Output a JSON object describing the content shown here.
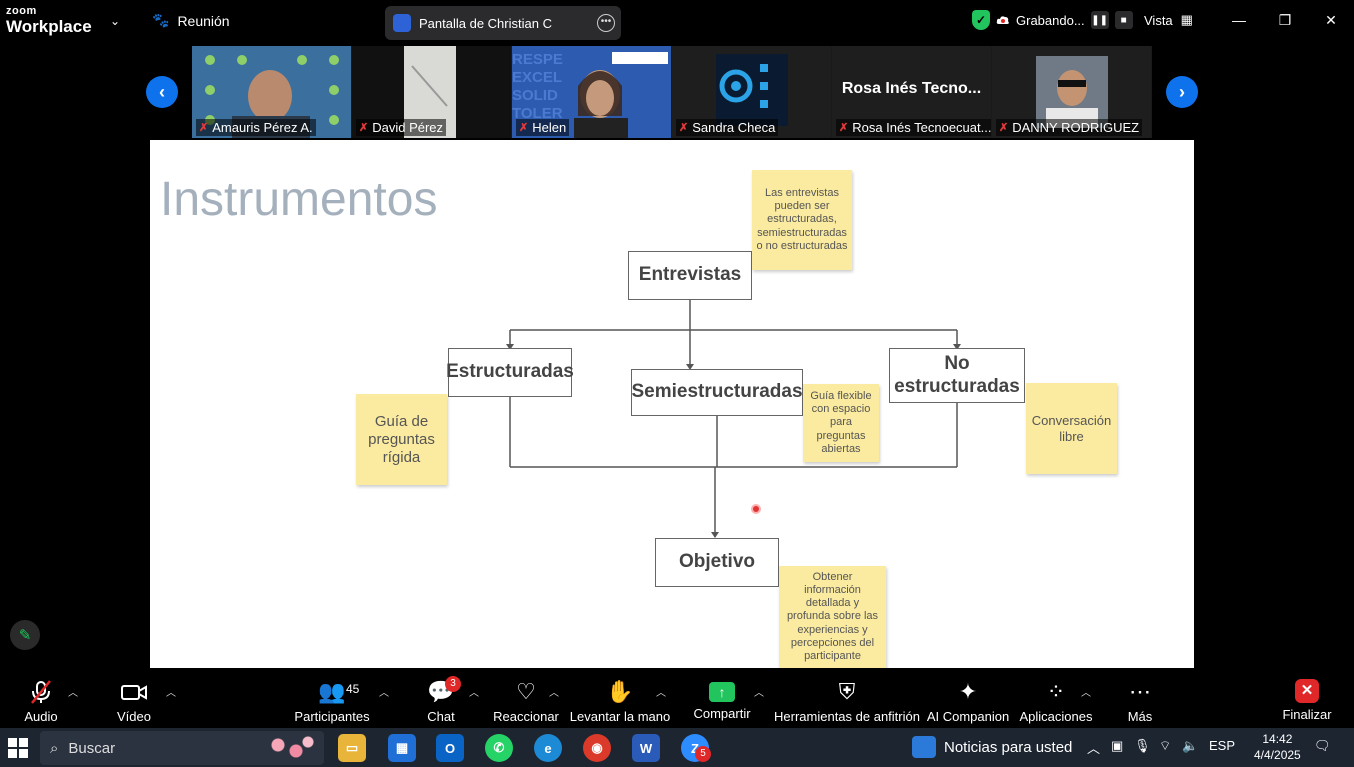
{
  "app": {
    "brand_top": "zoom",
    "brand_bottom": "Workplace",
    "meeting_label": "Reunión",
    "share_title": "Pantalla de Christian C",
    "recording_label": "Grabando...",
    "view_label": "Vista"
  },
  "gallery": {
    "participants": [
      {
        "name": "Amauris Pérez A."
      },
      {
        "name": "David Pérez"
      },
      {
        "name": "Helen"
      },
      {
        "name": "Sandra Checa"
      },
      {
        "name": "Rosa Inés Tecnoecuat...",
        "display_text": "Rosa Inés Tecno..."
      },
      {
        "name": "DANNY RODRIGUEZ"
      }
    ]
  },
  "slide": {
    "title": "Instrumentos",
    "nodes": {
      "root": "Entrevistas",
      "left": "Estructuradas",
      "middle": "Semiestructuradas",
      "right": "No estructuradas",
      "bottom": "Objetivo"
    },
    "notes": {
      "entrevistas": "Las entrevistas pueden ser estructuradas, semiestructuradas o no estructuradas",
      "estructuradas": "Guía de preguntas rígida",
      "semi": "Guía flexible con espacio para preguntas abiertas",
      "no_estructuradas": "Conversación libre",
      "objetivo": "Obtener información detallada y profunda sobre las experiencias y percepciones del participante"
    }
  },
  "toolbar": {
    "audio": "Audio",
    "video": "Vídeo",
    "participants": "Participantes",
    "participants_count": "45",
    "chat": "Chat",
    "chat_badge": "3",
    "react": "Reaccionar",
    "raise_hand": "Levantar la mano",
    "share": "Compartir",
    "host_tools": "Herramientas de anfitrión",
    "ai": "AI Companion",
    "apps": "Aplicaciones",
    "more": "Más",
    "end": "Finalizar"
  },
  "taskbar": {
    "search_placeholder": "Buscar",
    "news": "Noticias para usted",
    "lang": "ESP",
    "time": "14:42",
    "date": "4/4/2025",
    "zoom_badge": "5"
  },
  "colors": {
    "accent_blue": "#0e72ed",
    "green": "#21c45d",
    "red": "#e02828",
    "sticky_note": "#fbeba0"
  }
}
